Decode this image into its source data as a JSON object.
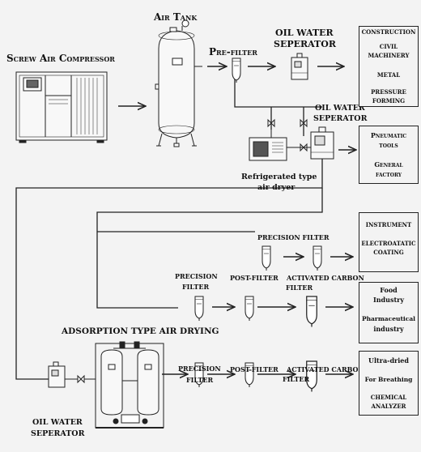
{
  "labels": {
    "screw_compressor": "Screw Air Compressor",
    "air_tank": "Air Tank",
    "pre_filter": "Pre-filter",
    "oil_water_sep_top_1": "OIL WATER",
    "oil_water_sep_top_2": "SEPERATOR",
    "oil_water_sep_mid_1": "OIL WATER",
    "oil_water_sep_mid_2": "SEPERATOR",
    "refrig_dryer_1": "Refrigerated type",
    "refrig_dryer_2": "air dryer",
    "precision_filter_row1": "PRECISION FILTER",
    "precision_filter_row2_1": "PRECISION",
    "precision_filter_row2_2": "FILTER",
    "post_filter_row2": "POST-FILTER",
    "activated_carbon_row2_1": "ACTIVATED CARBON",
    "activated_carbon_row2_2": "FILTER",
    "adsorption_dryer": "ADSORPTION TYPE AIR DRYING",
    "precision_filter_row3_1": "PRECISION",
    "precision_filter_row3_2": "FILTER",
    "post_filter_row3": "POST-FILTER",
    "activated_carbon_row3_1": "ACTIVATED CARBON",
    "activated_carbon_row3_2": "FILTER",
    "oil_water_sep_bottom_1": "OIL WATER",
    "oil_water_sep_bottom_2": "SEPERATOR"
  },
  "boxes": {
    "box1": [
      "CONSTRUCTION",
      "CIVIL",
      "MACHINERY",
      "METAL",
      "PRESSURE",
      "FORMING"
    ],
    "box2": [
      "Pneumatic",
      "tools",
      "General",
      "factory"
    ],
    "box3": [
      "INSTRUMENT",
      "ELECTROATATIC",
      "COATING"
    ],
    "box4": [
      "Food",
      "Industry",
      "Pharmaceutical",
      "industry"
    ],
    "box5": [
      "Ultra-dried",
      "For Breathing",
      "CHEMICAL",
      "ANALYZER"
    ]
  },
  "colors": {
    "line": "#222222",
    "background": "#f3f3f3"
  }
}
